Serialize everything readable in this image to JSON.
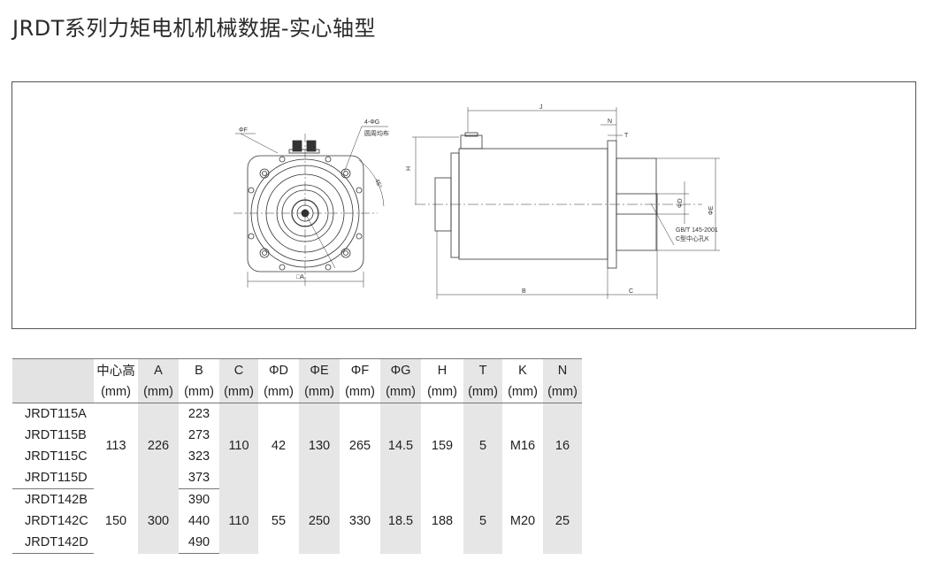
{
  "title": "JRDT系列力矩电机机械数据-实心轴型",
  "drawing": {
    "labels": {
      "phi_f": "ΦF",
      "holes": "4-ΦG",
      "holes_note": "圆周均布",
      "angle": "45°",
      "dim_a": "□A",
      "dim_j": "J",
      "dim_n": "N",
      "dim_t": "T",
      "dim_h": "H",
      "dim_b": "B",
      "dim_c": "C",
      "dim_d": "ΦD",
      "dim_e": "ΦE",
      "std_line1": "GB/T 145-2001",
      "std_line2": "C型中心孔K"
    }
  },
  "table": {
    "headers": [
      {
        "name": "中心高",
        "unit": "(mm)"
      },
      {
        "name": "A",
        "unit": "(mm)"
      },
      {
        "name": "B",
        "unit": "(mm)"
      },
      {
        "name": "C",
        "unit": "(mm)"
      },
      {
        "name": "ΦD",
        "unit": "(mm)"
      },
      {
        "name": "ΦE",
        "unit": "(mm)"
      },
      {
        "name": "ΦF",
        "unit": "(mm)"
      },
      {
        "name": "ΦG",
        "unit": "(mm)"
      },
      {
        "name": "H",
        "unit": "(mm)"
      },
      {
        "name": "T",
        "unit": "(mm)"
      },
      {
        "name": "K",
        "unit": "(mm)"
      },
      {
        "name": "N",
        "unit": "(mm)"
      }
    ],
    "groups": [
      {
        "models": [
          "JRDT115A",
          "JRDT115B",
          "JRDT115C",
          "JRDT115D"
        ],
        "B": [
          "223",
          "273",
          "323",
          "373"
        ],
        "center_height": "113",
        "A": "226",
        "C": "110",
        "D": "42",
        "E": "130",
        "F": "265",
        "G": "14.5",
        "H": "159",
        "T": "5",
        "K": "M16",
        "N": "16"
      },
      {
        "models": [
          "JRDT142B",
          "JRDT142C",
          "JRDT142D"
        ],
        "B": [
          "390",
          "440",
          "490"
        ],
        "center_height": "150",
        "A": "300",
        "C": "110",
        "D": "55",
        "E": "250",
        "F": "330",
        "G": "18.5",
        "H": "188",
        "T": "5",
        "K": "M20",
        "N": "25"
      }
    ]
  }
}
